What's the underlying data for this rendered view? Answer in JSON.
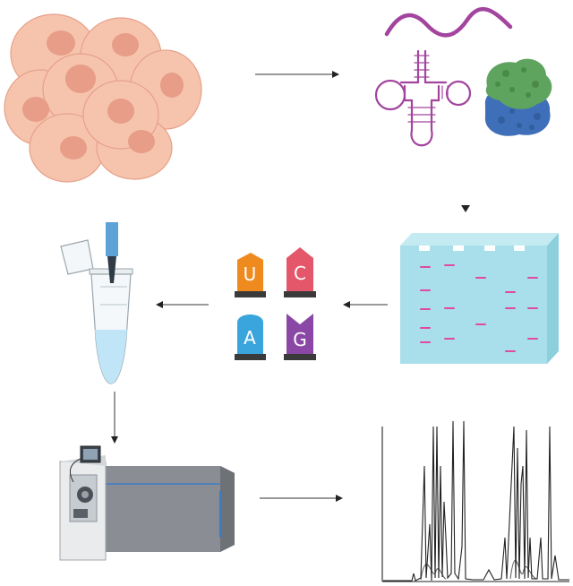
{
  "nucleotides": [
    {
      "letter": "U",
      "color": "#ef8a1f"
    },
    {
      "letter": "C",
      "color": "#e4566a"
    },
    {
      "letter": "A",
      "color": "#3aa5dc"
    },
    {
      "letter": "G",
      "color": "#8a47a5"
    }
  ],
  "colors": {
    "cell_fill": "#f6c4ad",
    "cell_nucleus": "#e79d87",
    "rna": "#a3449e",
    "ribosome_large": "#5fa45e",
    "ribosome_small": "#3f6fb8",
    "gel": "#a9dfea",
    "gel_band": "#e04aa5",
    "tube_liquid": "#bfe5f7",
    "pipette": "#5ea3d8",
    "instrument_body": "#8a8e94",
    "instrument_accent": "#3a7cc5",
    "chromatogram": "#222222"
  },
  "icons": [
    "cell-cluster",
    "rna-strand",
    "trna",
    "ribosome",
    "gel",
    "nucleotides",
    "tube-pipette",
    "mass-spectrometer",
    "chromatogram"
  ]
}
